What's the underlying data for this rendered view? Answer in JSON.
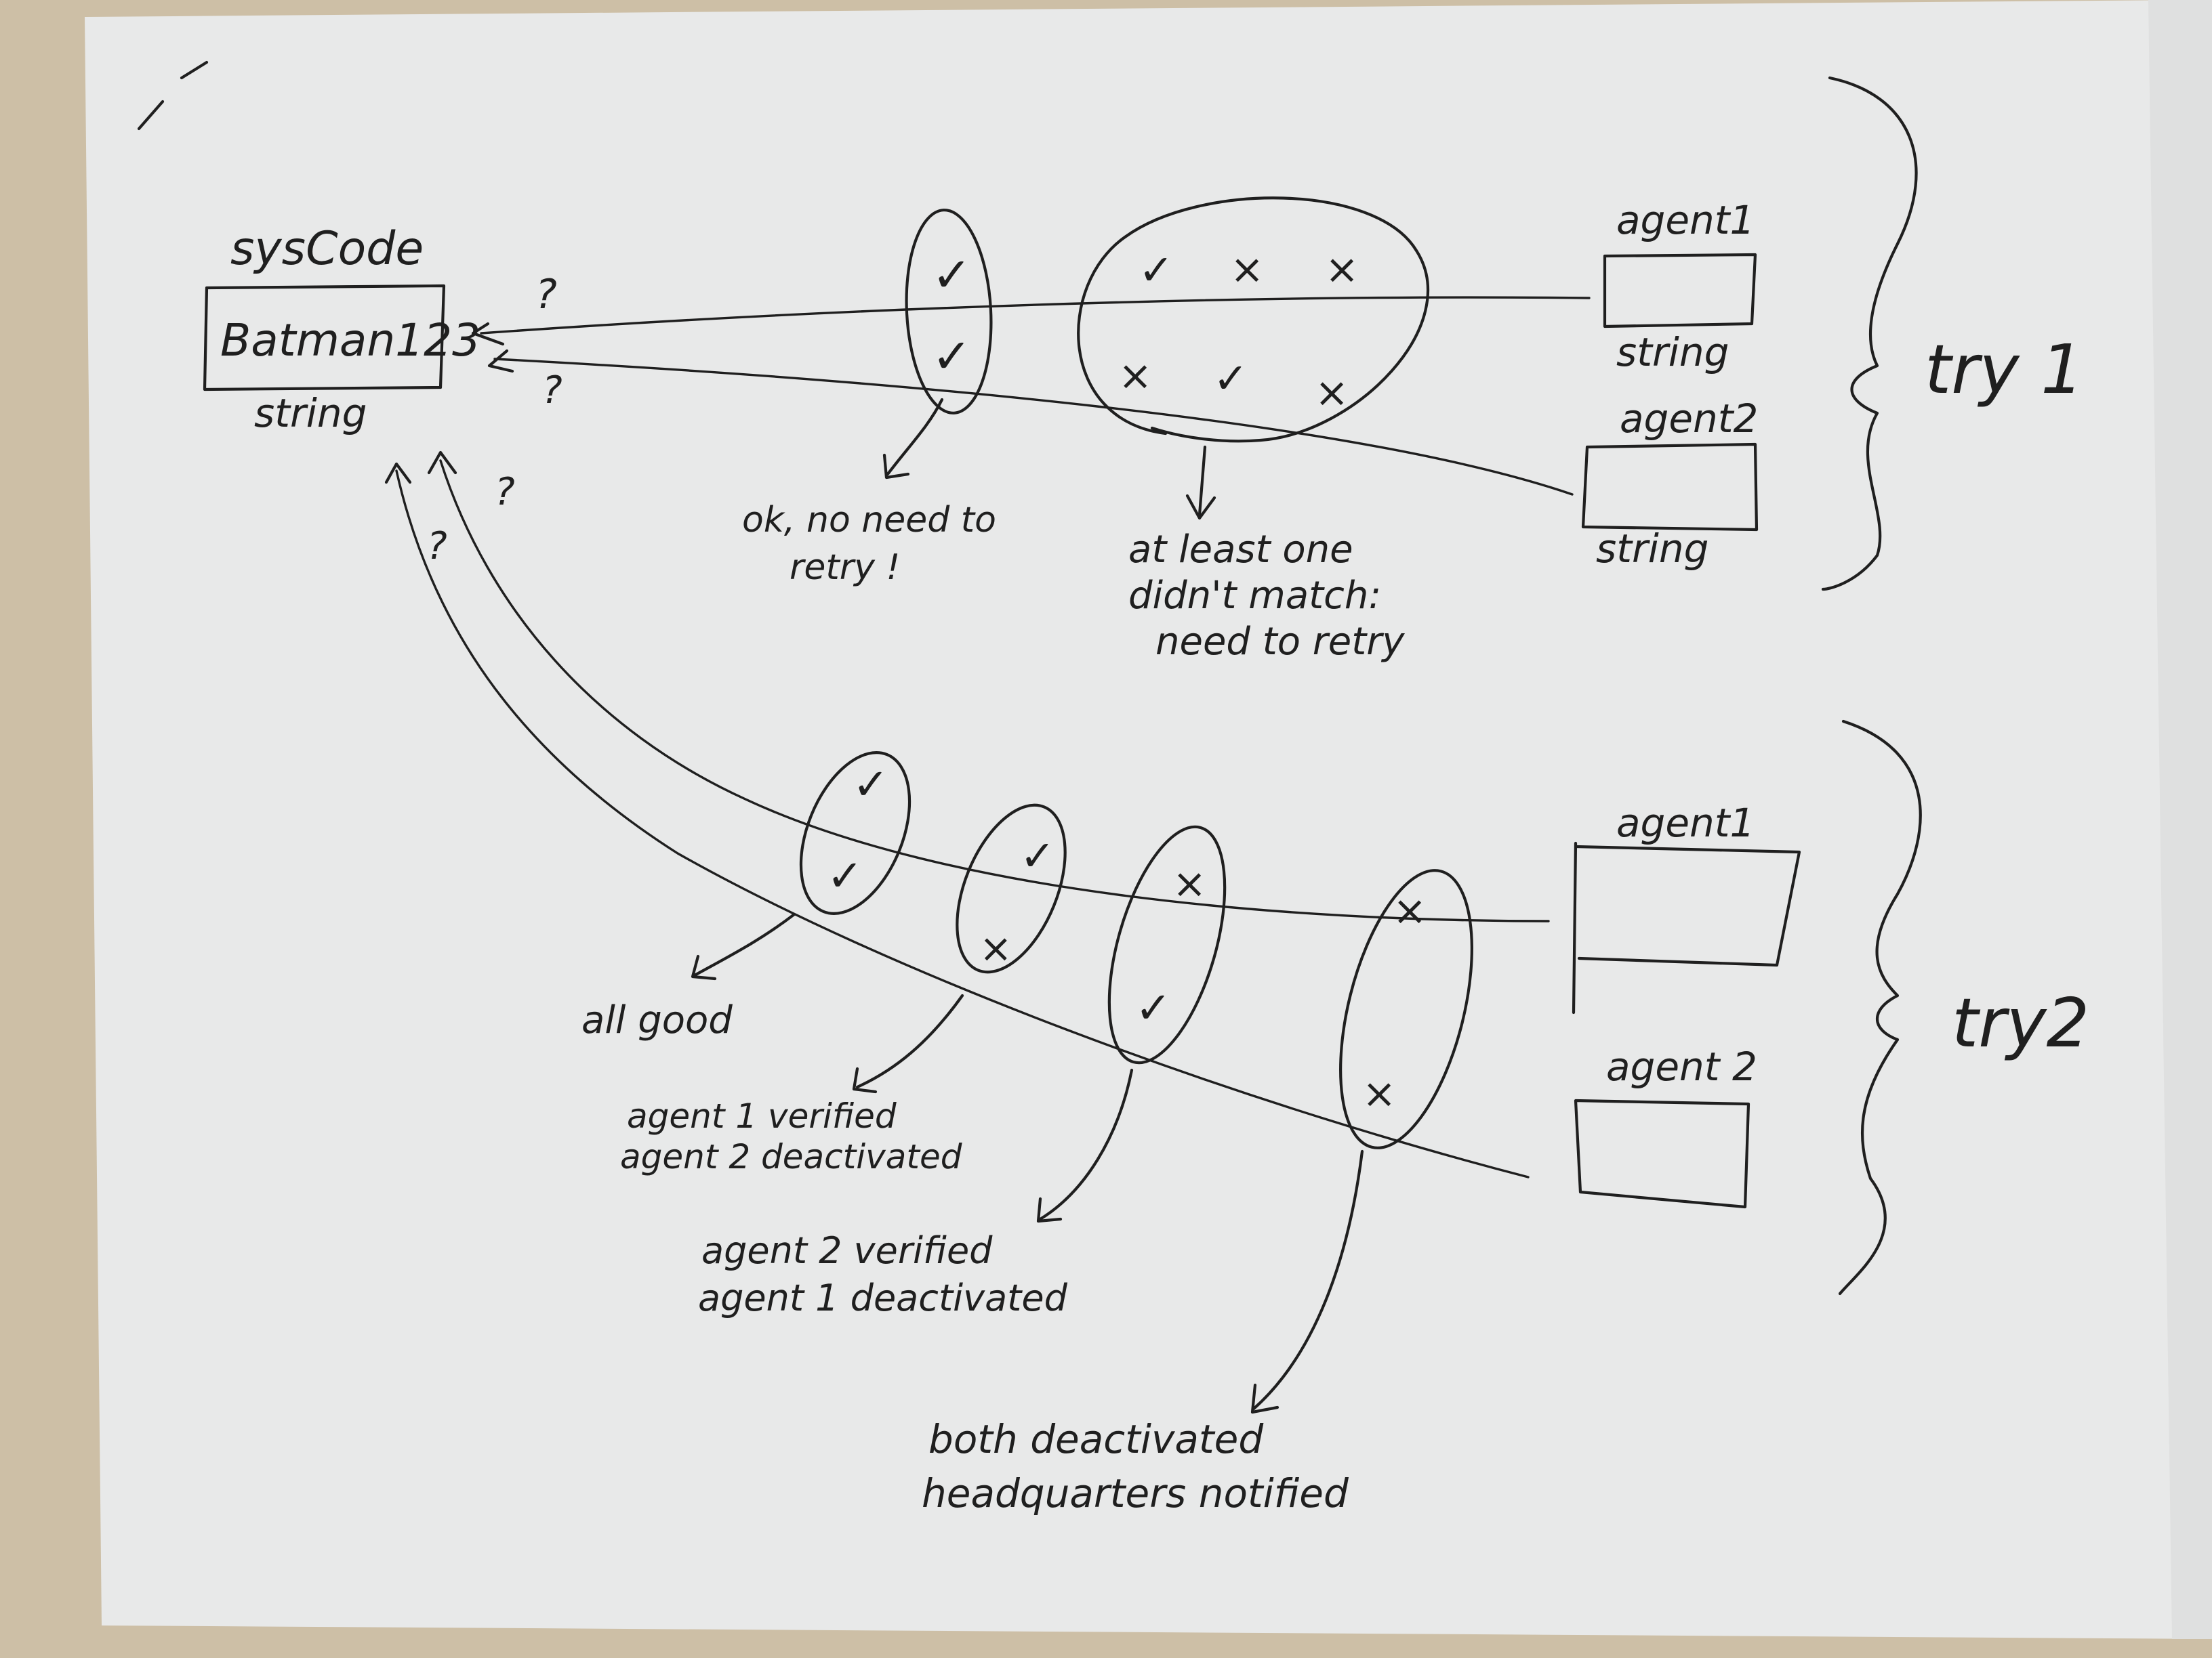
{
  "source": {
    "title": "sysCode",
    "value": "Batman123",
    "type": "string"
  },
  "try1": {
    "label": "try 1",
    "agent1": {
      "label": "agent1",
      "type": "string"
    },
    "agent2": {
      "label": "agent2",
      "type": "string"
    },
    "query_marks": [
      "?",
      "?"
    ],
    "ok_group": {
      "marks": [
        "✓",
        "✓"
      ],
      "note_lines": [
        "ok, no need to",
        "retry !"
      ]
    },
    "fail_group": {
      "row1": [
        "✓",
        "×",
        "×"
      ],
      "row2": [
        "×",
        "✓",
        "×"
      ],
      "note_lines": [
        "at least one",
        "didn't match:",
        "need to retry"
      ]
    }
  },
  "try2": {
    "label": "try2",
    "agent1": {
      "label": "agent1"
    },
    "agent2": {
      "label": "agent 2"
    },
    "query_marks": [
      "?",
      "?"
    ],
    "cases": [
      {
        "marks": [
          "✓",
          "✓"
        ],
        "note_lines": [
          "all good"
        ]
      },
      {
        "marks": [
          "✓",
          "×"
        ],
        "note_lines": [
          "agent 1 verified",
          "agent 2 deactivated"
        ]
      },
      {
        "marks": [
          "×",
          "✓"
        ],
        "note_lines": [
          "agent 2 verified",
          "agent 1 deactivated"
        ]
      },
      {
        "marks": [
          "×",
          "×"
        ],
        "note_lines": [
          "both deactivated",
          "headquarters notified"
        ]
      }
    ]
  },
  "colors": {
    "paper": "#e9eaea",
    "ink": "#1f1f1f",
    "table": "#cfc4ae"
  }
}
